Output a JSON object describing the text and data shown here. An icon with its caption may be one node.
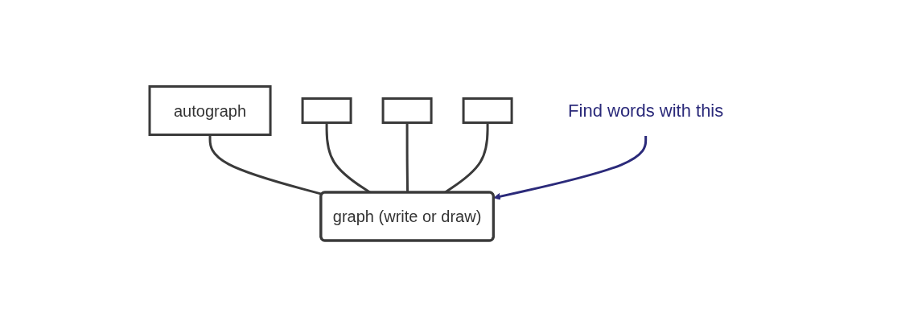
{
  "diagram": {
    "nodes": [
      {
        "text": [
          "autograph"
        ]
      },
      {
        "text": [],
        "shape": "box"
      },
      {
        "text": [],
        "shape": "box"
      },
      {
        "text": [],
        "shape": "box"
      },
      {
        "text": [
          "Find words with this"
        ]
      },
      {
        "text": [
          "graph (write or draw)"
        ]
      }
    ],
    "edges": [
      {
        "from": 0,
        "to": 5,
        "arrow": "none"
      },
      {
        "from": 1,
        "to": 5,
        "arrow": "none"
      },
      {
        "from": 2,
        "to": 5,
        "arrow": "none"
      },
      {
        "from": 3,
        "to": 5,
        "arrow": "none"
      },
      {
        "from": 4,
        "to": 5,
        "arrow": "to",
        "color": "#2b2a7a"
      }
    ]
  }
}
